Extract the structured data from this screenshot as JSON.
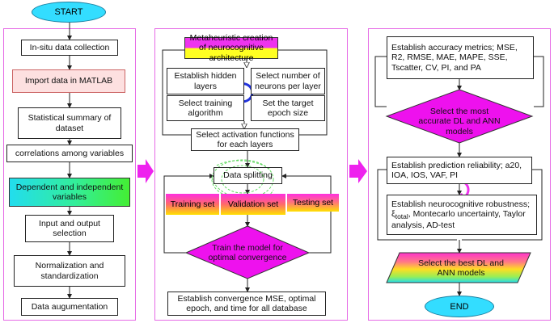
{
  "panel1": {
    "start": "START",
    "steps": [
      "In-situ data collection",
      "Import data in MATLAB",
      "Statistical summary of dataset",
      "correlations among variables",
      "Dependent and independent variables",
      "Input and output selection",
      "Normalization and standardization",
      "Data augumentation"
    ]
  },
  "panel2": {
    "meta": "Metaheuristic creation of neurocognitive architecture",
    "hidden_layers": "Establish hidden layers",
    "neurons": "Select number of neurons per layer",
    "training_algorithm": "Select training algorithm",
    "epoch": "Set the target epoch size",
    "activation": "Select activation functions for each layers",
    "splitting": "Data splitting",
    "training_set": "Training set",
    "validation_set": "Validation set",
    "testing_set": "Testing set",
    "train_model": "Train the model for optimal convergence",
    "convergence": "Establish convergence MSE, optimal epoch, and time for all  database"
  },
  "panel3": {
    "metrics": "Establish accuracy metrics; MSE, R2, RMSE, MAE, MAPE, SSE, Tscatter, CV, PI, and PA",
    "select_accurate": "Select the most accurate DL and ANN models",
    "reliability": "Establish prediction reliability; a20, IOA, IOS, VAF, PI",
    "robustness_a": "Establish neurocognitive robustness;",
    "robustness_xi": "ξ",
    "robustness_sub": "total",
    "robustness_b": ", Montecarlo uncertainty, Taylor analysis, AD-test",
    "select_best": "Select the best DL and ANN models",
    "end": "END"
  },
  "colors": {
    "panel_border": "#e66be6",
    "arrow_fill": "#ee22ee",
    "terminal_fill": "#33ddff",
    "import_fill": "#fde0e0",
    "decision_fill": "#ee11ee",
    "meta_fill_top": "#ee33ee",
    "meta_fill_bottom": "#ffff22"
  }
}
